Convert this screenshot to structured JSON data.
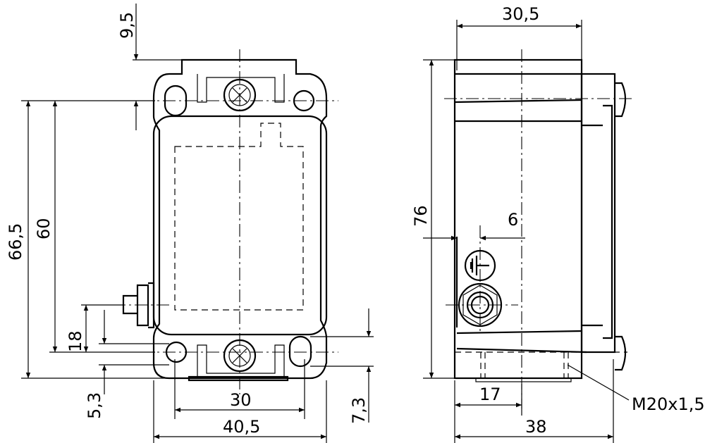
{
  "front_view": {
    "dimensions": {
      "top_offset": "9,5",
      "overall_height": "66,5",
      "hole_spacing_vertical": "60",
      "bottom_height": "18",
      "bottom_offset": "5,3",
      "hole_spacing_horizontal": "30",
      "overall_width": "40,5",
      "right_offset": "7,3"
    }
  },
  "side_view": {
    "dimensions": {
      "top_width": "30,5",
      "overall_height": "76",
      "ground_offset": "6",
      "gland_offset": "17",
      "overall_depth": "38"
    },
    "thread_label": "M20x1,5"
  },
  "colors": {
    "line": "#000000",
    "background": "#ffffff"
  }
}
